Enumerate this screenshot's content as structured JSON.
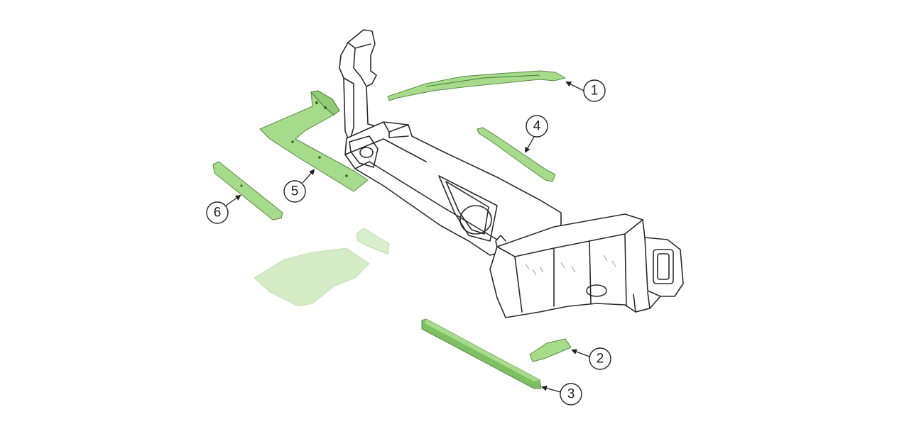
{
  "colors": {
    "part_fill": "#a6db8c",
    "part_fill_light": "#c9e8b8",
    "part_fill_dark": "#7fbf63",
    "frame_stroke": "#2b2b2b",
    "background": "#ffffff"
  },
  "callouts": [
    {
      "number": "1"
    },
    {
      "number": "2"
    },
    {
      "number": "3"
    },
    {
      "number": "4"
    },
    {
      "number": "5"
    },
    {
      "number": "6"
    }
  ]
}
